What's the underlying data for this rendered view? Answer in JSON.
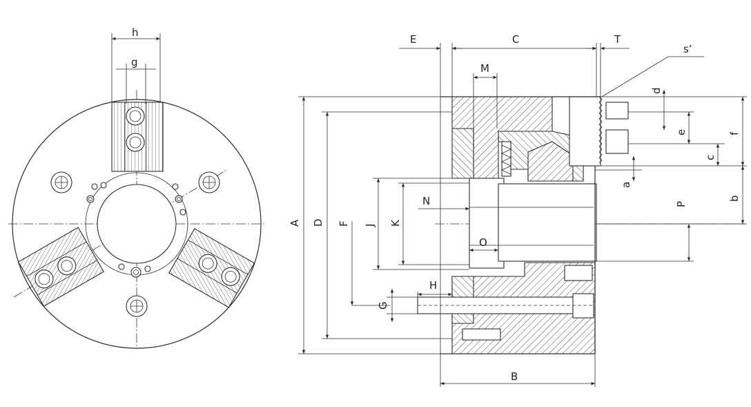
{
  "labels": {
    "h": "h",
    "g": "g",
    "E": "E",
    "C": "C",
    "T": "T",
    "s": "s’",
    "M": "M",
    "d": "d",
    "e": "e",
    "f": "f",
    "c": "c",
    "a": "a",
    "b": "b",
    "P": "P",
    "A": "A",
    "D": "D",
    "F": "F",
    "J": "J",
    "K": "K",
    "N": "N",
    "O": "O",
    "H": "H",
    "G": "G",
    "B": "B"
  },
  "colors": {
    "line": "#2a2a2a",
    "background": "#ffffff"
  }
}
